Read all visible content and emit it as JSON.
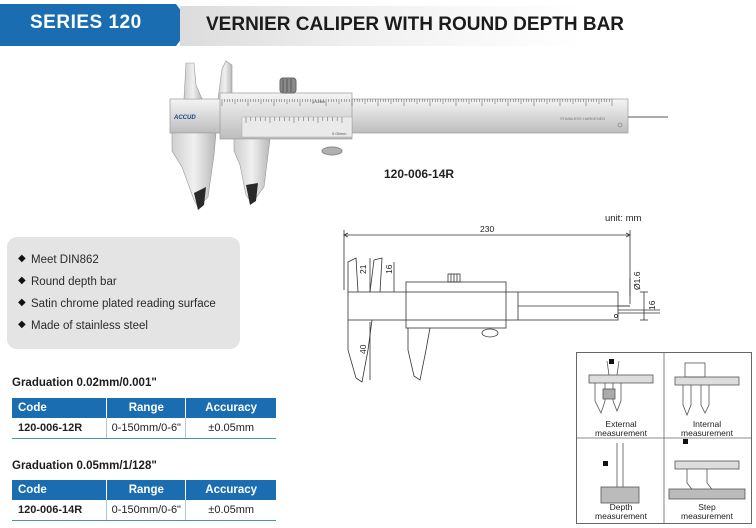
{
  "header": {
    "series": "SERIES 120",
    "title": "VERNIER CALIPER WITH ROUND DEPTH BAR",
    "banner_color": "#1b6db2"
  },
  "product": {
    "brand": "ACCUD",
    "model": "120-006-14R",
    "stamp": "STAINLESS HARDENED",
    "vernier_mark": "1/128in",
    "vernier_mark2": "0.05mm"
  },
  "features": [
    "Meet DIN862",
    "Round depth bar",
    "Satin chrome plated reading surface",
    "Made of stainless steel"
  ],
  "tables": [
    {
      "graduation": "Graduation 0.02mm/0.001\"",
      "headers": [
        "Code",
        "Range",
        "Accuracy"
      ],
      "rows": [
        [
          "120-006-12R",
          "0-150mm/0-6\"",
          "±0.05mm"
        ]
      ]
    },
    {
      "graduation": "Graduation 0.05mm/1/128\"",
      "headers": [
        "Code",
        "Range",
        "Accuracy"
      ],
      "rows": [
        [
          "120-006-14R",
          "0-150mm/0-6\"",
          "±0.05mm"
        ]
      ]
    }
  ],
  "drawing": {
    "unit": "unit: mm",
    "dim_length": "230",
    "dim_depth_jaw": "21",
    "dim_beam": "16",
    "dim_jaw": "40",
    "dim_rod": "Ø1.6",
    "dim_height": "16"
  },
  "measurements": [
    "External\nmeasurement",
    "Internal\nmeasurement",
    "Depth\nmeasurement",
    "Step\nmeasurement"
  ]
}
